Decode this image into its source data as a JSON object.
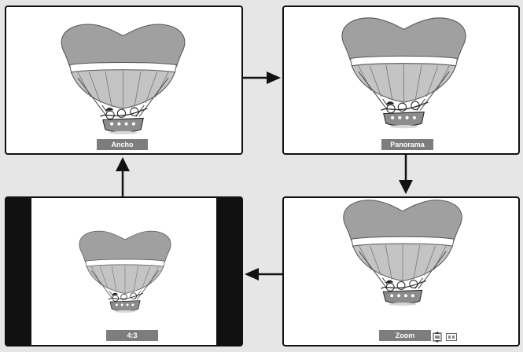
{
  "colors": {
    "background": "#e6e6e6",
    "frame": "#111111",
    "label_bg": "#7d7d7d",
    "label_text": "#ffffff",
    "balloon_top": "#a0a0a0",
    "balloon_band": "#ffffff",
    "balloon_panels": "#c4c4c4",
    "basket": "#8c8c8c"
  },
  "panels": [
    {
      "id": "ancho",
      "label": "Ancho"
    },
    {
      "id": "panorama",
      "label": "Panorama"
    },
    {
      "id": "zoom",
      "label": "Zoom"
    },
    {
      "id": "aspect-4-3",
      "label": "4:3"
    }
  ],
  "icons": [
    "balloon-illustration",
    "arrow-right-icon",
    "arrow-down-icon",
    "arrow-left-icon",
    "arrow-up-icon",
    "zoom-position-icon",
    "subtitle-icon"
  ]
}
